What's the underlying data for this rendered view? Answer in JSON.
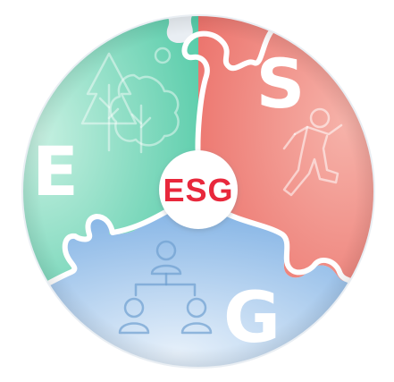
{
  "center": {
    "label": "ESG",
    "label_color": "#e8283c",
    "disc_color": "#ffffff"
  },
  "segments": [
    {
      "id": "environmental",
      "letter": "E",
      "icon": "trees-icon",
      "color_light": "#b9ebd9",
      "color_dark": "#5ccfae"
    },
    {
      "id": "social",
      "letter": "S",
      "icon": "running-person-icon",
      "color_light": "#f8c1b8",
      "color_dark": "#ec7a72"
    },
    {
      "id": "governance",
      "letter": "G",
      "icon": "org-chart-icon",
      "color_light": "#dbeaf7",
      "color_dark": "#7fb3e6"
    }
  ]
}
